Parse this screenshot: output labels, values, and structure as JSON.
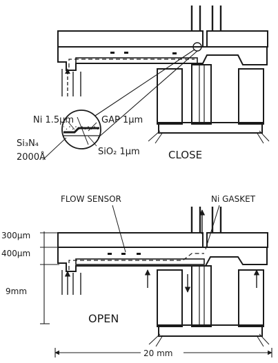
{
  "top": {
    "labels": {
      "ni": "Ni 1.5μm",
      "gap": "GAP 1μm",
      "si3n4": "Si₃N₄",
      "thick": "2000Å",
      "sio2": "SiO₂ 1μm",
      "state": "CLOSE"
    }
  },
  "bottom": {
    "labels": {
      "flow_sensor": "FLOW SENSOR",
      "gasket": "Ni GASKET",
      "dim1": "300μm",
      "dim2": "400μm",
      "dim3": "9mm",
      "state": "OPEN",
      "width": "20 mm"
    }
  }
}
